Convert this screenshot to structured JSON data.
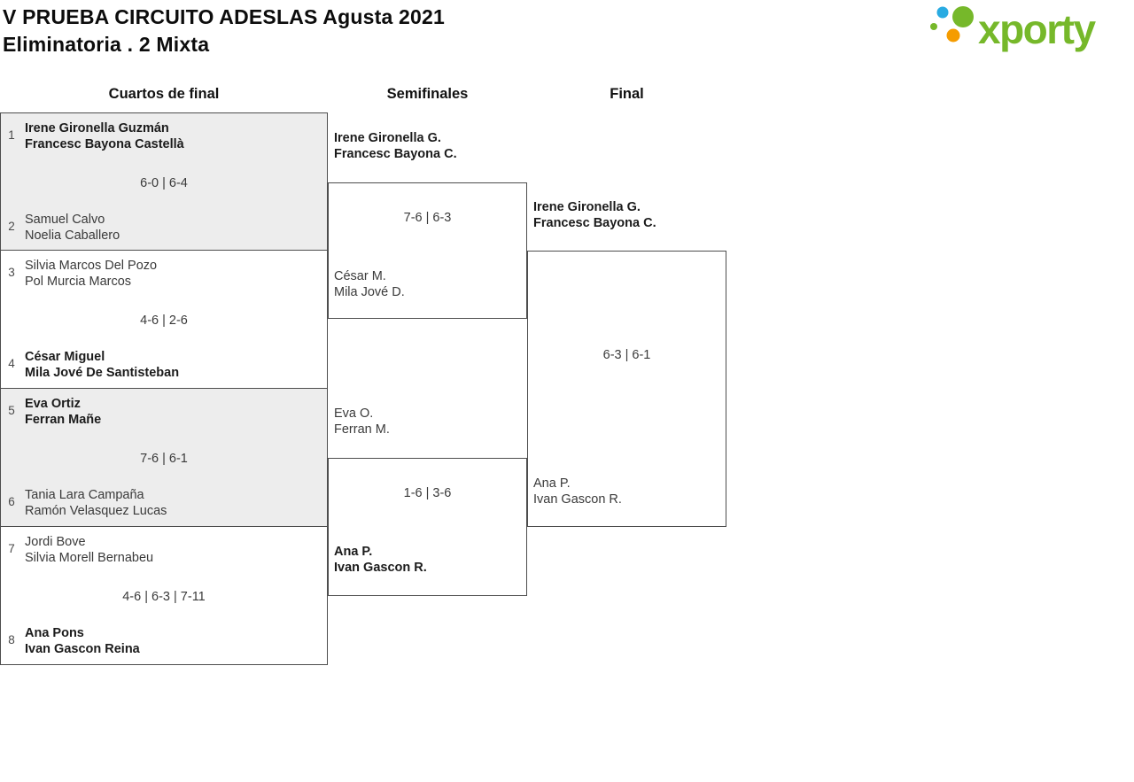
{
  "header": {
    "title_line1": "V PRUEBA CIRCUITO ADESLAS Agusta 2021",
    "title_line2": "Eliminatoria . 2 Mixta"
  },
  "logo": {
    "text": "xporty"
  },
  "round_headers": {
    "quarterfinals": "Cuartos de final",
    "semifinals": "Semifinales",
    "final": "Final"
  },
  "bracket": {
    "quarterfinals": [
      {
        "seed1": "1",
        "team1": {
          "line1": "Irene Gironella Guzmán",
          "line2": "Francesc Bayona Castellà",
          "winner": true
        },
        "score": "6-0 | 6-4",
        "seed2": "2",
        "team2": {
          "line1": "Samuel Calvo",
          "line2": "Noelia Caballero",
          "winner": false
        }
      },
      {
        "seed1": "3",
        "team1": {
          "line1": "Silvia Marcos Del Pozo",
          "line2": "Pol Murcia Marcos",
          "winner": false
        },
        "score": "4-6 | 2-6",
        "seed2": "4",
        "team2": {
          "line1": "César Miguel",
          "line2": "Mila Jové De Santisteban",
          "winner": true
        }
      },
      {
        "seed1": "5",
        "team1": {
          "line1": "Eva Ortiz",
          "line2": "Ferran Mañe",
          "winner": true
        },
        "score": "7-6 | 6-1",
        "seed2": "6",
        "team2": {
          "line1": "Tania Lara Campaña",
          "line2": "Ramón Velasquez Lucas",
          "winner": false
        }
      },
      {
        "seed1": "7",
        "team1": {
          "line1": "Jordi Bove",
          "line2": "Silvia Morell Bernabeu",
          "winner": false
        },
        "score": "4-6 | 6-3 | 7-11",
        "seed2": "8",
        "team2": {
          "line1": "Ana Pons",
          "line2": "Ivan Gascon Reina",
          "winner": true
        }
      }
    ],
    "semifinals": [
      {
        "team1": {
          "line1": "Irene Gironella G.",
          "line2": "Francesc Bayona C.",
          "winner": true
        },
        "score": "7-6 | 6-3",
        "team2": {
          "line1": "César M.",
          "line2": "Mila Jové D.",
          "winner": false
        }
      },
      {
        "team1": {
          "line1": "Eva O.",
          "line2": "Ferran M.",
          "winner": false
        },
        "score": "1-6 | 3-6",
        "team2": {
          "line1": "Ana P.",
          "line2": "Ivan Gascon R.",
          "winner": true
        }
      }
    ],
    "final": {
      "team1": {
        "line1": "Irene Gironella G.",
        "line2": "Francesc Bayona C.",
        "winner": true
      },
      "score": "6-3 | 6-1",
      "team2": {
        "line1": "Ana P.",
        "line2": "Ivan Gascon R.",
        "winner": false
      }
    }
  },
  "colors": {
    "brand_green": "#76b82a",
    "brand_blue": "#29abe2",
    "brand_orange": "#f59c00",
    "shaded_match_bg": "#ededed",
    "line": "#4d4d4d"
  }
}
